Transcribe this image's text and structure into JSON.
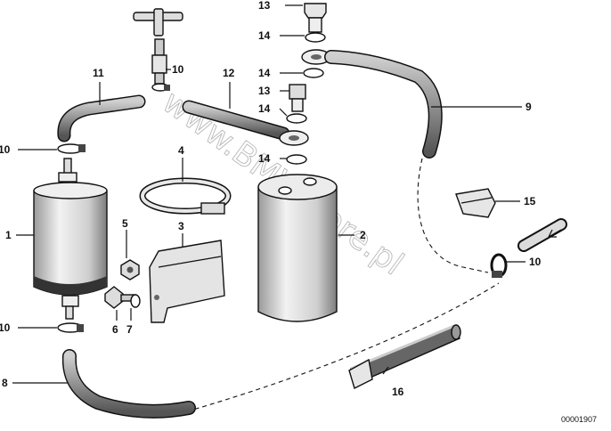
{
  "watermark": "www.BMWstore.pl",
  "ref_number": "00001907",
  "callouts": {
    "c1": "1",
    "c2": "2",
    "c3": "3",
    "c4": "4",
    "c5": "5",
    "c6": "6",
    "c7": "7",
    "c8": "8",
    "c9": "9",
    "c10a": "10",
    "c10b": "10",
    "c10c": "10",
    "c10d": "10",
    "c11": "11",
    "c12": "12",
    "c13a": "13",
    "c13b": "13",
    "c14a": "14",
    "c14b": "14",
    "c14c": "14",
    "c14d": "14",
    "c15": "15",
    "c16": "16"
  },
  "colors": {
    "line": "#111111",
    "body": "#dcdcdc",
    "hose": "#6a6a6a",
    "watermark": "#b9b9b9"
  }
}
